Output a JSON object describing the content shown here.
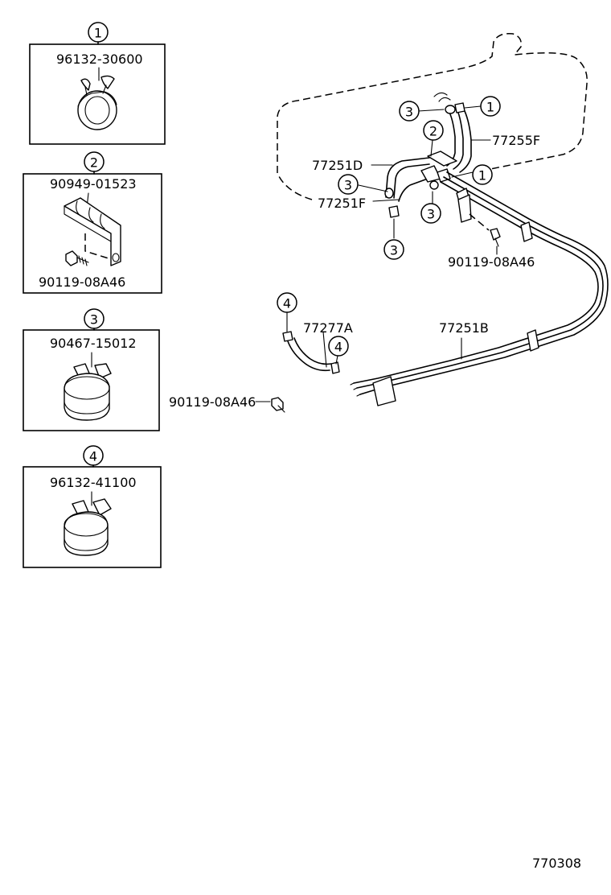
{
  "legend": [
    {
      "index": "1",
      "part_no": "96132-30600"
    },
    {
      "index": "2",
      "part_no": "90949-01523",
      "bolt_no": "90119-08A46"
    },
    {
      "index": "3",
      "part_no": "90467-15012"
    },
    {
      "index": "4",
      "part_no": "96132-41100"
    }
  ],
  "parts": {
    "p77255F": "77255F",
    "p77251D": "77251D",
    "p77251F": "77251F",
    "p90119_right": "90119-08A46",
    "p77277A": "77277A",
    "p77251B": "77251B",
    "p90119_left": "90119-08A46"
  },
  "callouts": {
    "c1a": "1",
    "c1b": "1",
    "c2": "2",
    "c3a": "3",
    "c3b": "3",
    "c3c": "3",
    "c3d": "3",
    "c4a": "4",
    "c4b": "4"
  },
  "diagram_id": "770308"
}
